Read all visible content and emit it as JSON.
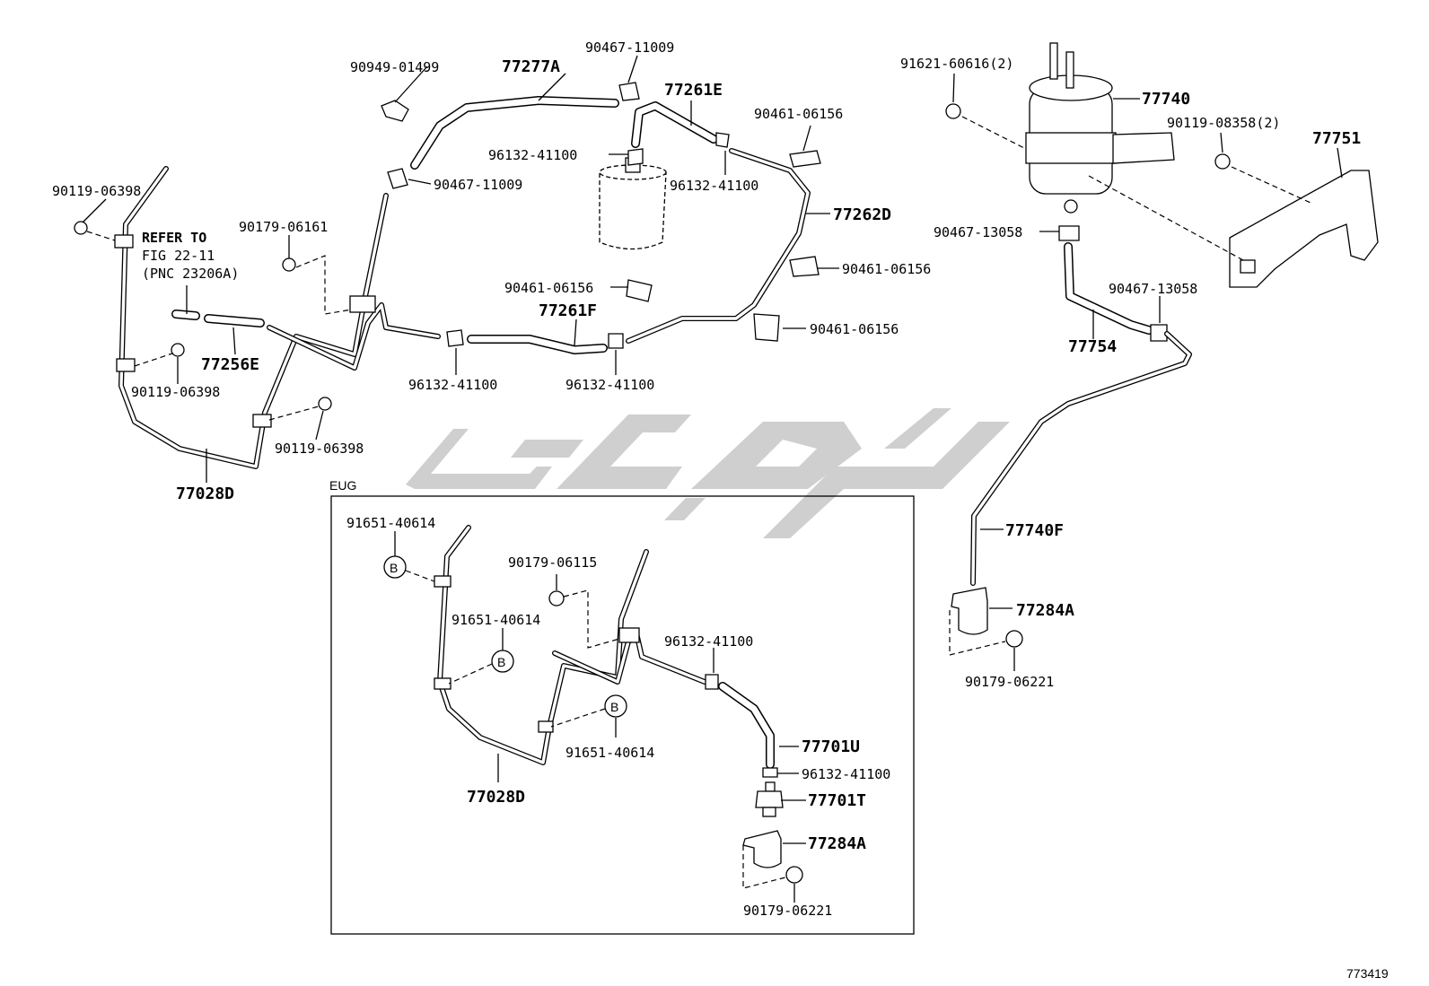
{
  "labels": {
    "p90949_01499": "90949-01499",
    "p77277A": "77277A",
    "p90467_11009_top": "90467-11009",
    "p77261E": "77261E",
    "p90461_06156_a": "90461-06156",
    "p96132_41100_a": "96132-41100",
    "p96132_41100_b": "96132-41100",
    "p90467_11009_mid": "90467-11009",
    "p90119_06398_a": "90119-06398",
    "refer_1": "REFER TO",
    "refer_2": "FIG 22-11",
    "refer_3": "(PNC 23206A)",
    "p90179_06161": "90179-06161",
    "p77262D": "77262D",
    "p90461_06156_b": "90461-06156",
    "p90461_06156_c": "90461-06156",
    "p77261F": "77261F",
    "p90461_06156_d": "90461-06156",
    "p77256E": "77256E",
    "p90119_06398_b": "90119-06398",
    "p96132_41100_c": "96132-41100",
    "p96132_41100_d": "96132-41100",
    "p90119_06398_c": "90119-06398",
    "p77028D_top": "77028D",
    "p91621_60616": "91621-60616(2)",
    "p77740": "77740",
    "p90119_08358": "90119-08358(2)",
    "p77751": "77751",
    "p90467_13058_a": "90467-13058",
    "p90467_13058_b": "90467-13058",
    "p77754": "77754",
    "p77740F": "77740F",
    "p77284A_right": "77284A",
    "p90179_06221_right": "90179-06221",
    "eug": "EUG",
    "p91651_40614_a": "91651-40614",
    "p90179_06115": "90179-06115",
    "p91651_40614_b": "91651-40614",
    "p96132_41100_e": "96132-41100",
    "p91651_40614_c": "91651-40614",
    "p77701U": "77701U",
    "p96132_41100_f": "96132-41100",
    "p77028D_eug": "77028D",
    "p77701T": "77701T",
    "p77284A_eug": "77284A",
    "p90179_06221_eug": "90179-06221",
    "b_mark": "B",
    "fig_id": "773419"
  }
}
